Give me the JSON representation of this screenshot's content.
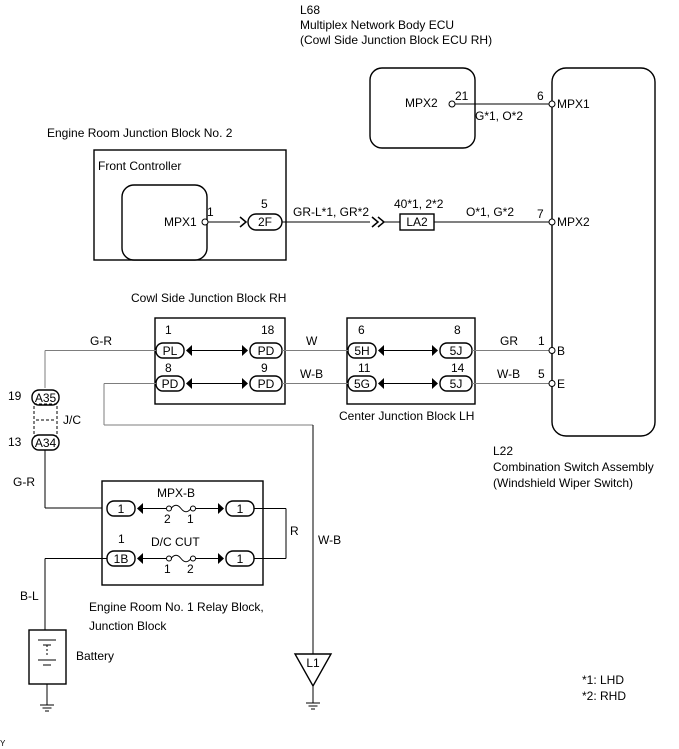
{
  "ecu": {
    "code": "L68",
    "name": "Multiplex Network Body ECU",
    "sub": "(Cowl Side Junction Block ECU RH)",
    "mpx2_label": "MPX2",
    "mpx2_pin": "21"
  },
  "switch_assy": {
    "code": "L22",
    "name": "Combination Switch Assembly",
    "sub": "(Windshield Wiper Switch)",
    "pins": [
      {
        "num": "6",
        "label": "MPX1"
      },
      {
        "num": "7",
        "label": "MPX2"
      },
      {
        "num": "1",
        "label": "B"
      },
      {
        "num": "5",
        "label": "E"
      }
    ]
  },
  "engine_room_jb2": {
    "title": "Engine Room Junction Block No. 2",
    "front_controller": "Front Controller",
    "mpx1_label": "MPX1",
    "mpx1_pin": "1",
    "conn_pin": "5",
    "conn_label": "2F"
  },
  "wires": {
    "w_ecu_switch": "G*1, O*2",
    "w_2f_la2": "GR-L*1, GR*2",
    "w_la2_switch": "O*1, G*2",
    "w_gr": "GR",
    "w_wb_e": "W-B",
    "w_gr_left": "G-R",
    "w_w": "W",
    "w_wb_mid": "W-B",
    "w_gr_jc": "G-R",
    "w_r": "R",
    "w_wb_ground": "W-B",
    "w_bl": "B-L"
  },
  "la2": {
    "pins": "40*1, 2*2",
    "label": "LA2"
  },
  "cowl_jb": {
    "title": "Cowl Side Junction Block RH",
    "c1": {
      "pin": "1",
      "label": "PL"
    },
    "c18": {
      "pin": "18",
      "label": "PD"
    },
    "c8": {
      "pin": "8",
      "label": "PD"
    },
    "c9": {
      "pin": "9",
      "label": "PD"
    }
  },
  "center_jb": {
    "title": "Center Junction Block LH",
    "c6": {
      "pin": "6",
      "label": "5H"
    },
    "c8": {
      "pin": "8",
      "label": "5J"
    },
    "c11": {
      "pin": "11",
      "label": "5G"
    },
    "c14": {
      "pin": "14",
      "label": "5J"
    }
  },
  "jc": {
    "label": "J/C",
    "top_pin": "19",
    "top_label": "A35",
    "bot_pin": "13",
    "bot_label": "A34"
  },
  "relay_block": {
    "title1": "Engine Room No. 1 Relay Block,",
    "title2": "Junction Block",
    "mpxb": "MPX-B",
    "dccut": "D/C CUT",
    "fuse_pin_a": "2",
    "fuse_pin_b": "1",
    "fuse2_pin_a": "1",
    "fuse2_pin_b": "2",
    "top_left": "1",
    "top_right": "1",
    "bot_left_pin": "1",
    "bot_left": "1B",
    "bot_right": "1"
  },
  "battery": "Battery",
  "ground": "L1",
  "notes": [
    "*1: LHD",
    "*2: RHD"
  ],
  "corner_mark": "Y"
}
